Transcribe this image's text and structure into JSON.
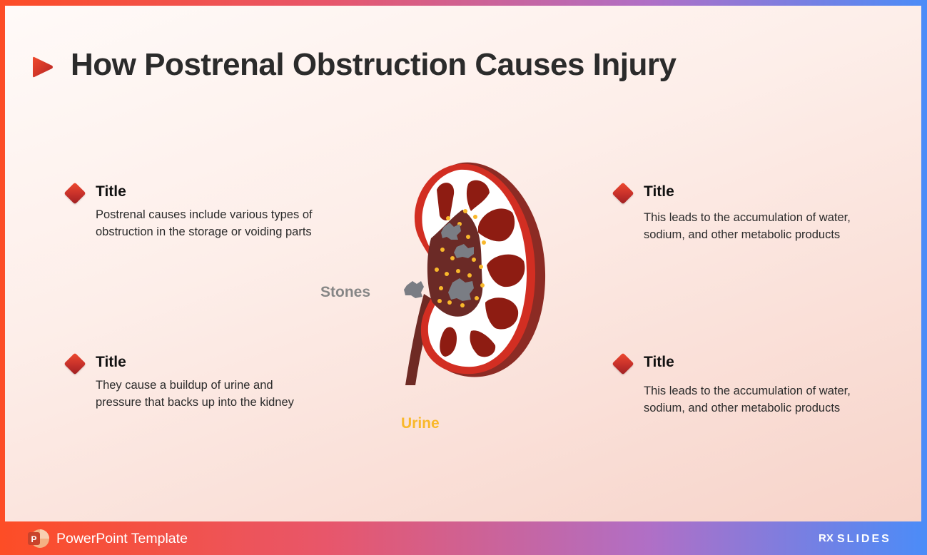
{
  "slide": {
    "title": "How Postrenal Obstruction Causes Injury"
  },
  "items": [
    {
      "title": "Title",
      "text_lines": [
        "Postrenal causes include various types of",
        "obstruction in the storage or voiding parts"
      ]
    },
    {
      "title": "Title",
      "text_lines": [
        "They cause a buildup of urine and",
        "pressure that backs up into the kidney"
      ]
    },
    {
      "title": "Title",
      "text_lines": [
        "This leads to the accumulation of water,",
        "sodium, and other metabolic products"
      ]
    },
    {
      "title": "Title",
      "text_lines": [
        "This leads to the accumulation of water,",
        "sodium, and other metabolic products"
      ]
    }
  ],
  "diagram": {
    "stones_label": "Stones",
    "urine_label": "Urine"
  },
  "footer": {
    "label": "PowerPoint Template",
    "brand_rx": "RX",
    "brand_name": "SLIDES"
  },
  "colors": {
    "accent_red": "#c6302a",
    "urine": "#f9b82b",
    "stones": "#868686"
  },
  "icons": {
    "title_marker": "play-triangle-icon",
    "item_marker": "diamond-icon",
    "footer_app": "powerpoint-icon"
  }
}
